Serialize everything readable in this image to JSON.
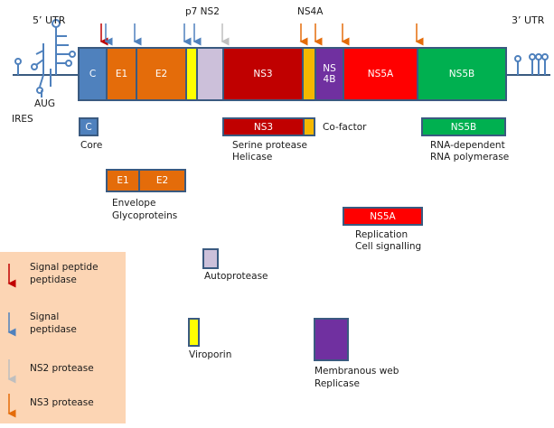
{
  "colors": {
    "outline": "#3a5a80",
    "core": "#4f81bd",
    "envelope": "#e46c0a",
    "p7": "#ffff00",
    "ns2": "#ccc0da",
    "ns3": "#c00000",
    "ns4a": "#f5b800",
    "ns4b": "#7030a0",
    "ns5a": "#ff0000",
    "ns5b": "#00b050",
    "legend_bg": "#fcd5b4",
    "arrow_signal_peptide_peptidase": "#c00000",
    "arrow_signal_peptidase": "#4f81bd",
    "arrow_ns2_protease": "#bfbfbf",
    "arrow_ns3_protease": "#e46c0a"
  },
  "genome": {
    "utr5": "5’ UTR",
    "utr3": "3’ UTR",
    "aug": "AUG",
    "ires": "IRES",
    "top_p7ns2": "p7 NS2",
    "top_ns4a": "NS4A",
    "segments": {
      "c": "C",
      "e1": "E1",
      "e2": "E2",
      "ns3": "NS3",
      "ns4b": "NS\n4B",
      "ns5a": "NS5A",
      "ns5b": "NS5B"
    }
  },
  "proteins": {
    "core": {
      "box": "C",
      "label": "Core"
    },
    "envelope": {
      "e1": "E1",
      "e2": "E2",
      "label1": "Envelope",
      "label2": "Glycoproteins"
    },
    "ns3": {
      "box": "NS3",
      "cofactor": "Co-factor",
      "label1": "Serine protease",
      "label2": "Helicase"
    },
    "ns5b": {
      "box": "NS5B",
      "label1": "RNA-dependent",
      "label2": "RNA polymerase"
    },
    "ns5a": {
      "box": "NS5A",
      "label1": "Replication",
      "label2": "Cell signalling"
    },
    "ns2": {
      "label": "Autoprotease"
    },
    "p7": {
      "label": "Viroporin"
    },
    "ns4b": {
      "label1": "Membranous web",
      "label2": "Replicase"
    }
  },
  "legend": {
    "items": [
      {
        "line1": "Signal peptide",
        "line2": "peptidase",
        "color": "#c00000"
      },
      {
        "line1": "Signal",
        "line2": "peptidase",
        "color": "#4f81bd"
      },
      {
        "line1": "NS2 protease",
        "line2": "",
        "color": "#bfbfbf"
      },
      {
        "line1": "NS3 protease",
        "line2": "",
        "color": "#e46c0a"
      }
    ]
  }
}
